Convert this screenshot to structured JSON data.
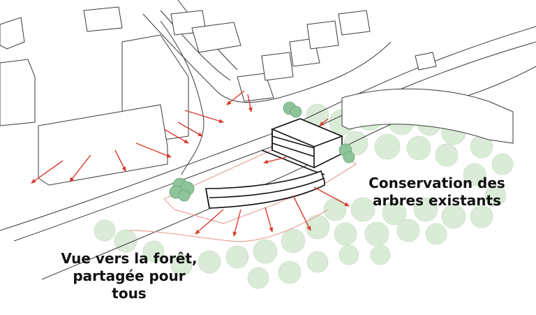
{
  "annotations": {
    "forest_view": [
      "Vue vers la forêt,",
      "partagée pour",
      "tous"
    ],
    "tree_conservation": [
      "Conservation des",
      "arbres existants"
    ]
  },
  "colors": {
    "view_arrow": "#d93a2b",
    "site_outline": "#e8a19a",
    "existing_trees": "#cfe6cc",
    "highlighted_trees": "#8fc49a",
    "linework": "#3a3a3a"
  }
}
